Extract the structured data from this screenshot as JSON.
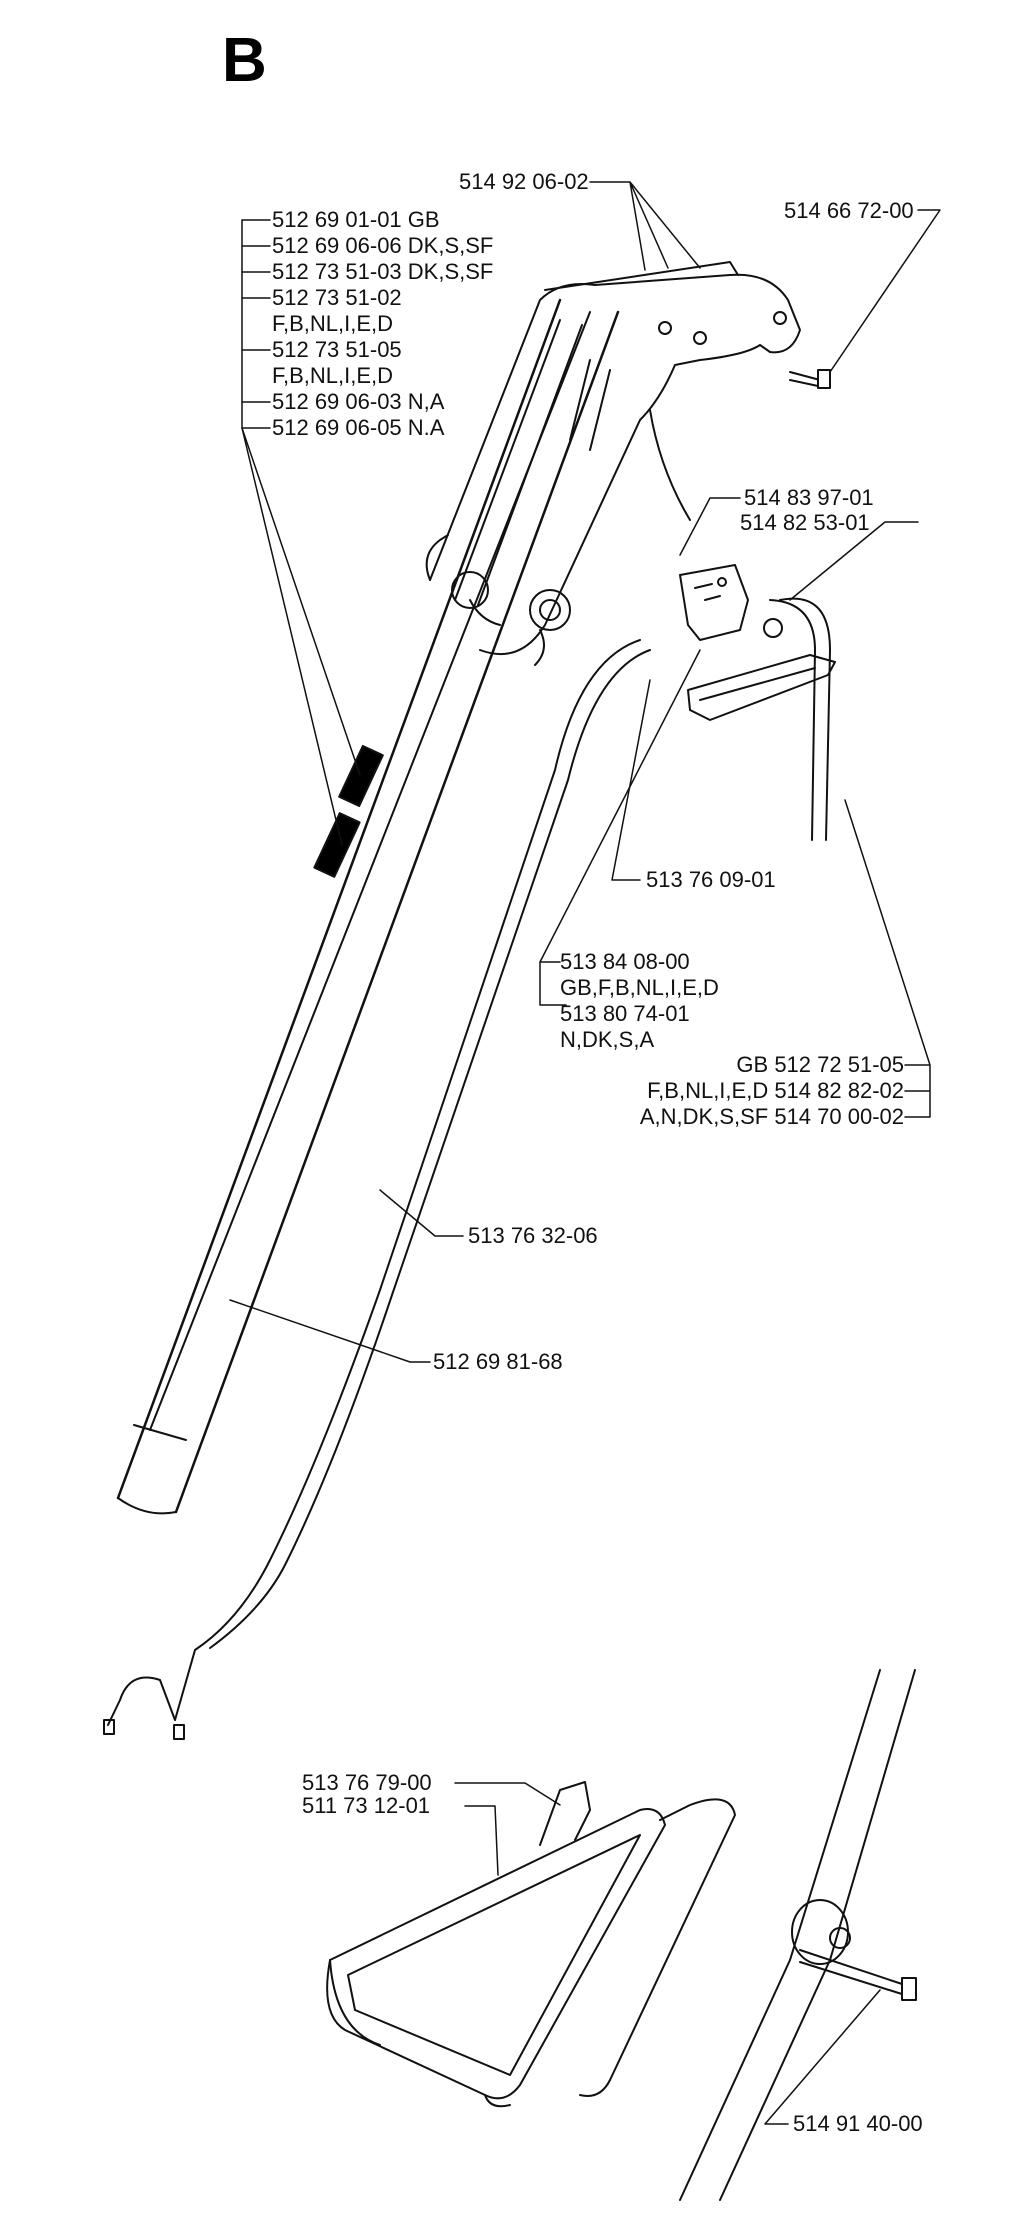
{
  "title": "B",
  "parts": {
    "p514920602": "514 92 06-02",
    "p514667200": "514 66 72-00",
    "sub_left": [
      "512 69 01-01 GB",
      "512 69 06-06 DK,S,SF",
      "512 73 51-03 DK,S,SF",
      "512 73 51-02",
      "F,B,NL,I,E,D",
      "512 73 51-05",
      "F,B,NL,I,E,D",
      "512 69 06-03 N,A",
      "512 69 06-05 N.A"
    ],
    "p514839701": "514 83 97-01",
    "p514825301": "514 82 53-01",
    "p513760901": "513 76 09-01",
    "switch_group": [
      "513 84 08-00",
      "GB,F,B,NL,I,E,D",
      "513 80 74-01",
      "N,DK,S,A"
    ],
    "cable_group": [
      "GB 512 72 51-05",
      "F,B,NL,I,E,D 514 82 82-02",
      "A,N,DK,S,SF 514 70 00-02"
    ],
    "p513763206": "513 76 32-06",
    "p512698168": "512 69 81-68",
    "p513767900": "513 76 79-00",
    "p511731201": "511 73 12-01",
    "p514914000": "514 91 40-00"
  }
}
